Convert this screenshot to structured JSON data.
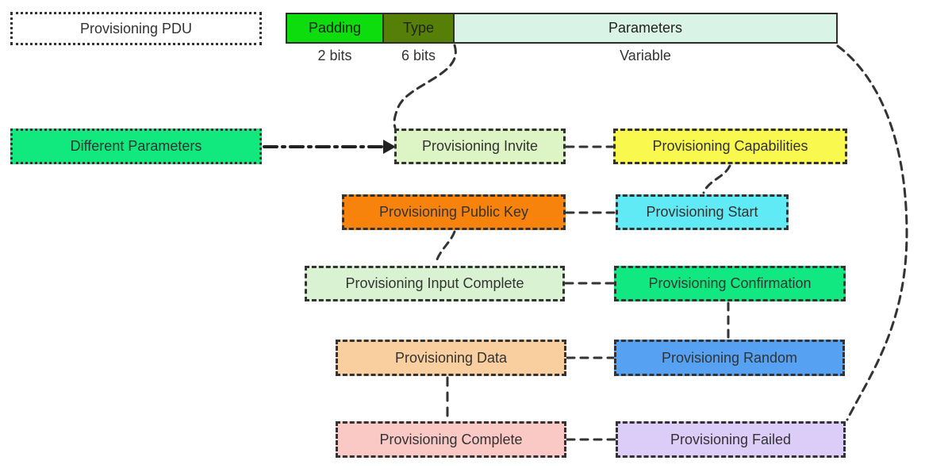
{
  "diagram": {
    "legend": {
      "label": "Provisioning PDU"
    },
    "pdu_fields": [
      {
        "label": "Padding",
        "size": "2 bits",
        "fill": "#0ddc0d"
      },
      {
        "label": "Type",
        "size": "6 bits",
        "fill": "#557f06"
      },
      {
        "label": "Parameters",
        "size": "Variable",
        "fill": "#d9f4e6"
      }
    ],
    "source": {
      "label": "Different Parameters",
      "fill": "#11e87e"
    },
    "nodes": {
      "invite": {
        "label": "Provisioning Invite",
        "fill": "#ddf5c4"
      },
      "capabilities": {
        "label": "Provisioning Capabilities",
        "fill": "#f8f84e"
      },
      "public_key": {
        "label": "Provisioning Public Key",
        "fill": "#f8830c"
      },
      "start": {
        "label": "Provisioning Start",
        "fill": "#5feaf5"
      },
      "input_complete": {
        "label": "Provisioning Input Complete",
        "fill": "#d9f3d2"
      },
      "confirmation": {
        "label": "Provisioning Confirmation",
        "fill": "#12e882"
      },
      "data": {
        "label": "Provisioning Data",
        "fill": "#facfa0"
      },
      "random": {
        "label": "Provisioning Random",
        "fill": "#57a1f2"
      },
      "complete": {
        "label": "Provisioning Complete",
        "fill": "#fac9c5"
      },
      "failed": {
        "label": "Provisioning Failed",
        "fill": "#dbccf8"
      }
    },
    "stroke_color": "#333333"
  }
}
